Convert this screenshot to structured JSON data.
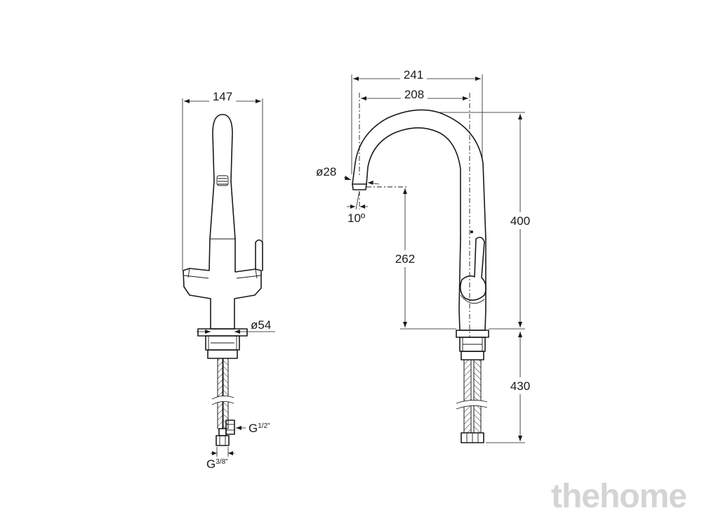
{
  "drawing": {
    "front_view": {
      "dim_width": "147",
      "dim_base_diameter": "ø54",
      "dim_inlet_thread": "G",
      "dim_inlet_thread_fraction": "1/2\"",
      "dim_outlet_thread": "G",
      "dim_outlet_thread_fraction": "3/8\""
    },
    "side_view": {
      "dim_total_reach": "241",
      "dim_spout_reach": "208",
      "dim_spout_diameter": "ø28",
      "dim_spout_angle": "10º",
      "dim_spout_height": "262",
      "dim_total_height": "400",
      "dim_hose_length": "430"
    }
  },
  "watermark": {
    "text": "thehome",
    "color": "#d4d4d4"
  },
  "colors": {
    "line": "#1a1a1a",
    "background": "#ffffff"
  }
}
